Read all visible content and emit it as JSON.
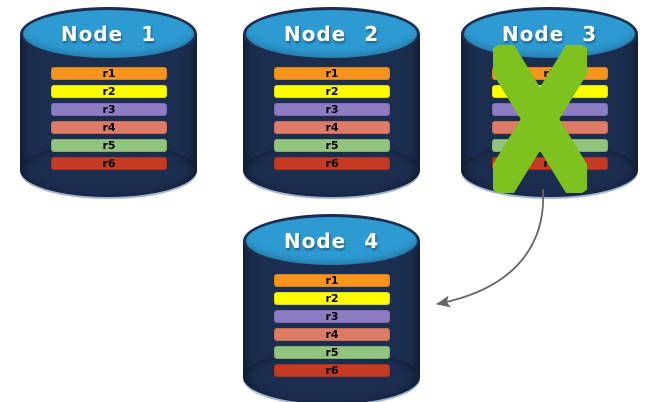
{
  "diagram": {
    "description": "Database replication failover diagram: four database nodes each holding replicas r1-r6; Node 3 has failed (green X) and its data is redirected to Node 4",
    "colors": {
      "background": "#FFFFFF",
      "cylinder_body": "#1C2E50",
      "cylinder_top": "#2E9AD2",
      "cylinder_rim_highlight": "#9FB6D4",
      "failure_x": "#7DC21E",
      "arrow": "#666666",
      "title_text": "#FFFFFF",
      "row_text": "#000000"
    },
    "nodes": [
      {
        "label": "Node 1",
        "failed": false,
        "rows": [
          {
            "label": "r1",
            "color": "#F7941E"
          },
          {
            "label": "r2",
            "color": "#FDFD00"
          },
          {
            "label": "r3",
            "color": "#8E7CC3"
          },
          {
            "label": "r4",
            "color": "#DD7B66"
          },
          {
            "label": "r5",
            "color": "#93C47D"
          },
          {
            "label": "r6",
            "color": "#C53A22"
          }
        ]
      },
      {
        "label": "Node 2",
        "failed": false,
        "rows": [
          {
            "label": "r1",
            "color": "#F7941E"
          },
          {
            "label": "r2",
            "color": "#FDFD00"
          },
          {
            "label": "r3",
            "color": "#8E7CC3"
          },
          {
            "label": "r4",
            "color": "#DD7B66"
          },
          {
            "label": "r5",
            "color": "#93C47D"
          },
          {
            "label": "r6",
            "color": "#C53A22"
          }
        ]
      },
      {
        "label": "Node 3",
        "failed": true,
        "rows": [
          {
            "label": "r1",
            "color": "#F7941E"
          },
          {
            "label": "r2",
            "color": "#FDFD00"
          },
          {
            "label": "r3",
            "color": "#8E7CC3"
          },
          {
            "label": "r4",
            "color": "#DD7B66"
          },
          {
            "label": "r5",
            "color": "#93C47D"
          },
          {
            "label": "r6",
            "color": "#C53A22"
          }
        ]
      },
      {
        "label": "Node 4",
        "failed": false,
        "rows": [
          {
            "label": "r1",
            "color": "#F7941E"
          },
          {
            "label": "r2",
            "color": "#FDFD00"
          },
          {
            "label": "r3",
            "color": "#8E7CC3"
          },
          {
            "label": "r4",
            "color": "#DD7B66"
          },
          {
            "label": "r5",
            "color": "#93C47D"
          },
          {
            "label": "r6",
            "color": "#C53A22"
          }
        ]
      }
    ],
    "arrow": {
      "from": "Node 3",
      "to": "Node 4"
    }
  }
}
